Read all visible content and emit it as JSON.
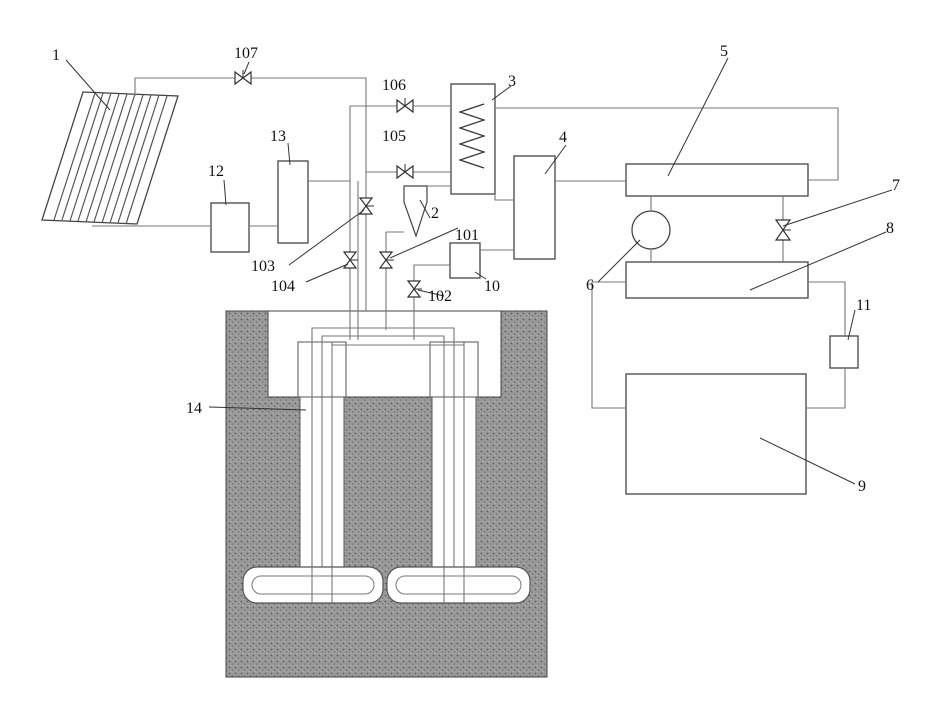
{
  "labels": {
    "l1": "1",
    "l2": "2",
    "l3": "3",
    "l4": "4",
    "l5": "5",
    "l6": "6",
    "l7": "7",
    "l8": "8",
    "l9": "9",
    "l10": "10",
    "l11": "11",
    "l12": "12",
    "l13": "13",
    "l14": "14",
    "l101": "101",
    "l102": "102",
    "l103": "103",
    "l104": "104",
    "l105": "105",
    "l106": "106",
    "l107": "107"
  },
  "colors": {
    "ground": "#8a8a8a",
    "line": "#555555",
    "box": "#444444"
  }
}
